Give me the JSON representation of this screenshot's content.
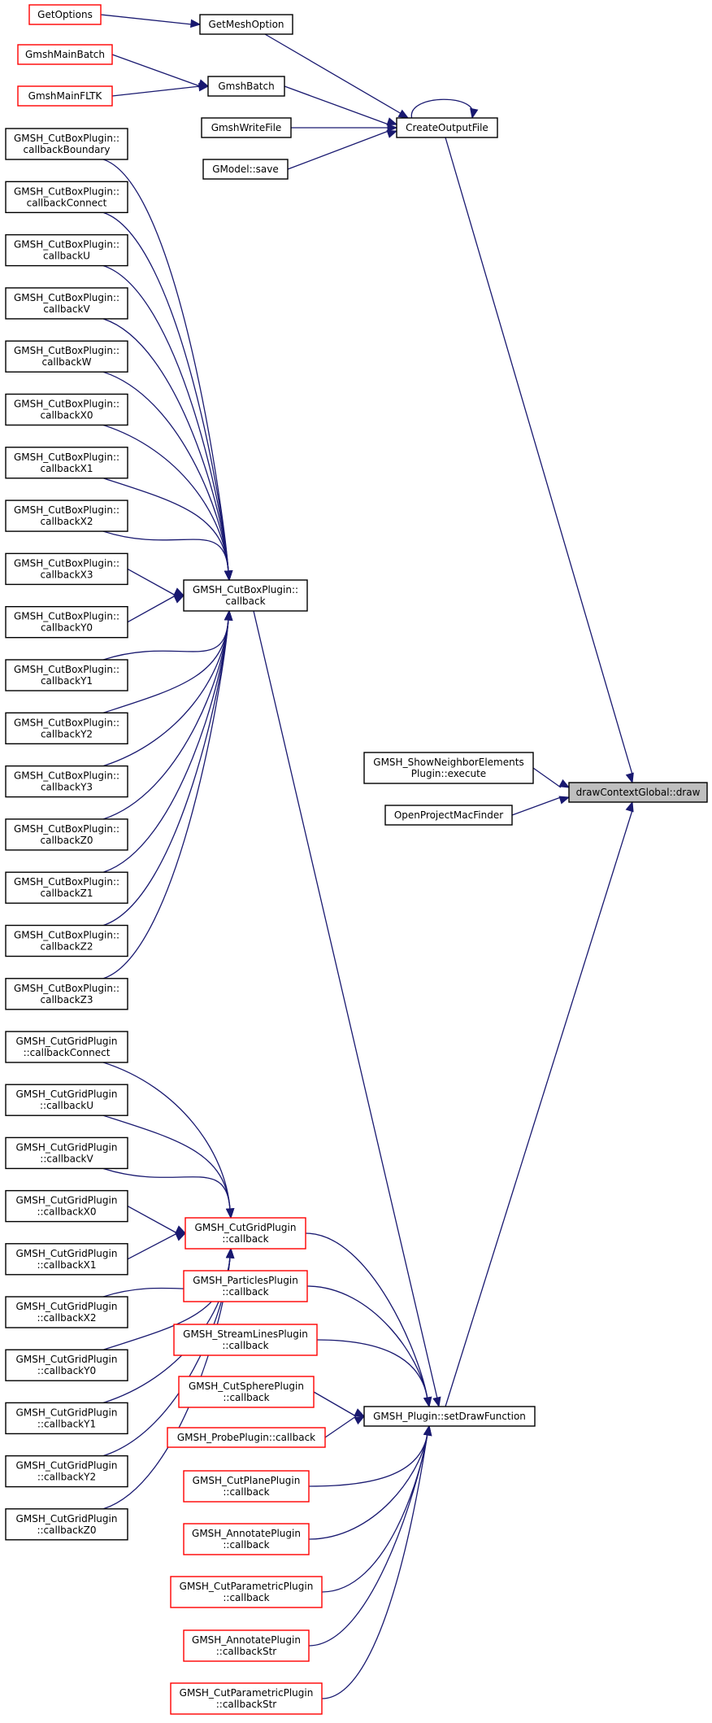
{
  "graph": {
    "title": "",
    "colors": {
      "edge": "#191970",
      "border_normal": "#000000",
      "border_truncated": "#ff0000",
      "root_fill": "#bfbfbf"
    },
    "nodes": [
      {
        "id": "draw",
        "lines": [
          "drawContextGlobal::draw"
        ],
        "style": "root"
      },
      {
        "id": "createOutputFile",
        "lines": [
          "CreateOutputFile"
        ],
        "style": "black"
      },
      {
        "id": "getMeshOption",
        "lines": [
          "GetMeshOption"
        ],
        "style": "black"
      },
      {
        "id": "getOptions",
        "lines": [
          "GetOptions"
        ],
        "style": "red"
      },
      {
        "id": "gmshBatch",
        "lines": [
          "GmshBatch"
        ],
        "style": "black"
      },
      {
        "id": "gmshMainBatch",
        "lines": [
          "GmshMainBatch"
        ],
        "style": "red"
      },
      {
        "id": "gmshMainFLTK",
        "lines": [
          "GmshMainFLTK"
        ],
        "style": "red"
      },
      {
        "id": "gmshWriteFile",
        "lines": [
          "GmshWriteFile"
        ],
        "style": "black"
      },
      {
        "id": "gmodelSave",
        "lines": [
          "GModel::save"
        ],
        "style": "black"
      },
      {
        "id": "cbBoundary",
        "lines": [
          "GMSH_CutBoxPlugin::",
          "callbackBoundary"
        ],
        "style": "black"
      },
      {
        "id": "cbConnect",
        "lines": [
          "GMSH_CutBoxPlugin::",
          "callbackConnect"
        ],
        "style": "black"
      },
      {
        "id": "cbU",
        "lines": [
          "GMSH_CutBoxPlugin::",
          "callbackU"
        ],
        "style": "black"
      },
      {
        "id": "cbV",
        "lines": [
          "GMSH_CutBoxPlugin::",
          "callbackV"
        ],
        "style": "black"
      },
      {
        "id": "cbW",
        "lines": [
          "GMSH_CutBoxPlugin::",
          "callbackW"
        ],
        "style": "black"
      },
      {
        "id": "cbX0",
        "lines": [
          "GMSH_CutBoxPlugin::",
          "callbackX0"
        ],
        "style": "black"
      },
      {
        "id": "cbX1",
        "lines": [
          "GMSH_CutBoxPlugin::",
          "callbackX1"
        ],
        "style": "black"
      },
      {
        "id": "cbX2",
        "lines": [
          "GMSH_CutBoxPlugin::",
          "callbackX2"
        ],
        "style": "black"
      },
      {
        "id": "cbX3",
        "lines": [
          "GMSH_CutBoxPlugin::",
          "callbackX3"
        ],
        "style": "black"
      },
      {
        "id": "cbY0",
        "lines": [
          "GMSH_CutBoxPlugin::",
          "callbackY0"
        ],
        "style": "black"
      },
      {
        "id": "cbY1",
        "lines": [
          "GMSH_CutBoxPlugin::",
          "callbackY1"
        ],
        "style": "black"
      },
      {
        "id": "cbY2",
        "lines": [
          "GMSH_CutBoxPlugin::",
          "callbackY2"
        ],
        "style": "black"
      },
      {
        "id": "cbY3",
        "lines": [
          "GMSH_CutBoxPlugin::",
          "callbackY3"
        ],
        "style": "black"
      },
      {
        "id": "cbZ0",
        "lines": [
          "GMSH_CutBoxPlugin::",
          "callbackZ0"
        ],
        "style": "black"
      },
      {
        "id": "cbZ1",
        "lines": [
          "GMSH_CutBoxPlugin::",
          "callbackZ1"
        ],
        "style": "black"
      },
      {
        "id": "cbZ2",
        "lines": [
          "GMSH_CutBoxPlugin::",
          "callbackZ2"
        ],
        "style": "black"
      },
      {
        "id": "cbZ3",
        "lines": [
          "GMSH_CutBoxPlugin::",
          "callbackZ3"
        ],
        "style": "black"
      },
      {
        "id": "cutBoxCallback",
        "lines": [
          "GMSH_CutBoxPlugin::",
          "callback"
        ],
        "style": "black"
      },
      {
        "id": "showNeighbor",
        "lines": [
          "GMSH_ShowNeighborElements",
          "Plugin::execute"
        ],
        "style": "black"
      },
      {
        "id": "openProjectMac",
        "lines": [
          "OpenProjectMacFinder"
        ],
        "style": "black"
      },
      {
        "id": "cgConnect",
        "lines": [
          "GMSH_CutGridPlugin",
          "::callbackConnect"
        ],
        "style": "black"
      },
      {
        "id": "cgU",
        "lines": [
          "GMSH_CutGridPlugin",
          "::callbackU"
        ],
        "style": "black"
      },
      {
        "id": "cgV",
        "lines": [
          "GMSH_CutGridPlugin",
          "::callbackV"
        ],
        "style": "black"
      },
      {
        "id": "cgX0",
        "lines": [
          "GMSH_CutGridPlugin",
          "::callbackX0"
        ],
        "style": "black"
      },
      {
        "id": "cgX1",
        "lines": [
          "GMSH_CutGridPlugin",
          "::callbackX1"
        ],
        "style": "black"
      },
      {
        "id": "cgX2",
        "lines": [
          "GMSH_CutGridPlugin",
          "::callbackX2"
        ],
        "style": "black"
      },
      {
        "id": "cgY0",
        "lines": [
          "GMSH_CutGridPlugin",
          "::callbackY0"
        ],
        "style": "black"
      },
      {
        "id": "cgY1",
        "lines": [
          "GMSH_CutGridPlugin",
          "::callbackY1"
        ],
        "style": "black"
      },
      {
        "id": "cgY2",
        "lines": [
          "GMSH_CutGridPlugin",
          "::callbackY2"
        ],
        "style": "black"
      },
      {
        "id": "cgZ0",
        "lines": [
          "GMSH_CutGridPlugin",
          "::callbackZ0"
        ],
        "style": "black"
      },
      {
        "id": "cutGridCallback",
        "lines": [
          "GMSH_CutGridPlugin",
          "::callback"
        ],
        "style": "red"
      },
      {
        "id": "particlesCallback",
        "lines": [
          "GMSH_ParticlesPlugin",
          "::callback"
        ],
        "style": "red"
      },
      {
        "id": "streamLinesCallback",
        "lines": [
          "GMSH_StreamLinesPlugin",
          "::callback"
        ],
        "style": "red"
      },
      {
        "id": "cutSphereCallback",
        "lines": [
          "GMSH_CutSpherePlugin",
          "::callback"
        ],
        "style": "red"
      },
      {
        "id": "probeCallback",
        "lines": [
          "GMSH_ProbePlugin::callback"
        ],
        "style": "red"
      },
      {
        "id": "cutPlaneCallback",
        "lines": [
          "GMSH_CutPlanePlugin",
          "::callback"
        ],
        "style": "red"
      },
      {
        "id": "annotateCallback",
        "lines": [
          "GMSH_AnnotatePlugin",
          "::callback"
        ],
        "style": "red"
      },
      {
        "id": "cutParametricCallback",
        "lines": [
          "GMSH_CutParametricPlugin",
          "::callback"
        ],
        "style": "red"
      },
      {
        "id": "annotateCallbackStr",
        "lines": [
          "GMSH_AnnotatePlugin",
          "::callbackStr"
        ],
        "style": "red"
      },
      {
        "id": "cutParametricCallbackStr",
        "lines": [
          "GMSH_CutParametricPlugin",
          "::callbackStr"
        ],
        "style": "red"
      },
      {
        "id": "setDrawFunction",
        "lines": [
          "GMSH_Plugin::setDrawFunction"
        ],
        "style": "black"
      }
    ],
    "edges": [
      [
        "getOptions",
        "getMeshOption"
      ],
      [
        "getMeshOption",
        "createOutputFile"
      ],
      [
        "gmshMainBatch",
        "gmshBatch"
      ],
      [
        "gmshMainFLTK",
        "gmshBatch"
      ],
      [
        "gmshBatch",
        "createOutputFile"
      ],
      [
        "gmshWriteFile",
        "createOutputFile"
      ],
      [
        "gmodelSave",
        "createOutputFile"
      ],
      [
        "createOutputFile",
        "createOutputFile"
      ],
      [
        "createOutputFile",
        "draw"
      ],
      [
        "showNeighbor",
        "draw"
      ],
      [
        "openProjectMac",
        "draw"
      ],
      [
        "setDrawFunction",
        "draw"
      ],
      [
        "cbBoundary",
        "cutBoxCallback"
      ],
      [
        "cbConnect",
        "cutBoxCallback"
      ],
      [
        "cbU",
        "cutBoxCallback"
      ],
      [
        "cbV",
        "cutBoxCallback"
      ],
      [
        "cbW",
        "cutBoxCallback"
      ],
      [
        "cbX0",
        "cutBoxCallback"
      ],
      [
        "cbX1",
        "cutBoxCallback"
      ],
      [
        "cbX2",
        "cutBoxCallback"
      ],
      [
        "cbX3",
        "cutBoxCallback"
      ],
      [
        "cbY0",
        "cutBoxCallback"
      ],
      [
        "cbY1",
        "cutBoxCallback"
      ],
      [
        "cbY2",
        "cutBoxCallback"
      ],
      [
        "cbY3",
        "cutBoxCallback"
      ],
      [
        "cbZ0",
        "cutBoxCallback"
      ],
      [
        "cbZ1",
        "cutBoxCallback"
      ],
      [
        "cbZ2",
        "cutBoxCallback"
      ],
      [
        "cbZ3",
        "cutBoxCallback"
      ],
      [
        "cutBoxCallback",
        "setDrawFunction"
      ],
      [
        "cgConnect",
        "cutGridCallback"
      ],
      [
        "cgU",
        "cutGridCallback"
      ],
      [
        "cgV",
        "cutGridCallback"
      ],
      [
        "cgX0",
        "cutGridCallback"
      ],
      [
        "cgX1",
        "cutGridCallback"
      ],
      [
        "cgX2",
        "cutGridCallback"
      ],
      [
        "cgY0",
        "cutGridCallback"
      ],
      [
        "cgY1",
        "cutGridCallback"
      ],
      [
        "cgY2",
        "cutGridCallback"
      ],
      [
        "cgZ0",
        "cutGridCallback"
      ],
      [
        "cutGridCallback",
        "setDrawFunction"
      ],
      [
        "particlesCallback",
        "setDrawFunction"
      ],
      [
        "streamLinesCallback",
        "setDrawFunction"
      ],
      [
        "cutSphereCallback",
        "setDrawFunction"
      ],
      [
        "probeCallback",
        "setDrawFunction"
      ],
      [
        "cutPlaneCallback",
        "setDrawFunction"
      ],
      [
        "annotateCallback",
        "setDrawFunction"
      ],
      [
        "cutParametricCallback",
        "setDrawFunction"
      ],
      [
        "annotateCallbackStr",
        "setDrawFunction"
      ],
      [
        "cutParametricCallbackStr",
        "setDrawFunction"
      ]
    ]
  }
}
